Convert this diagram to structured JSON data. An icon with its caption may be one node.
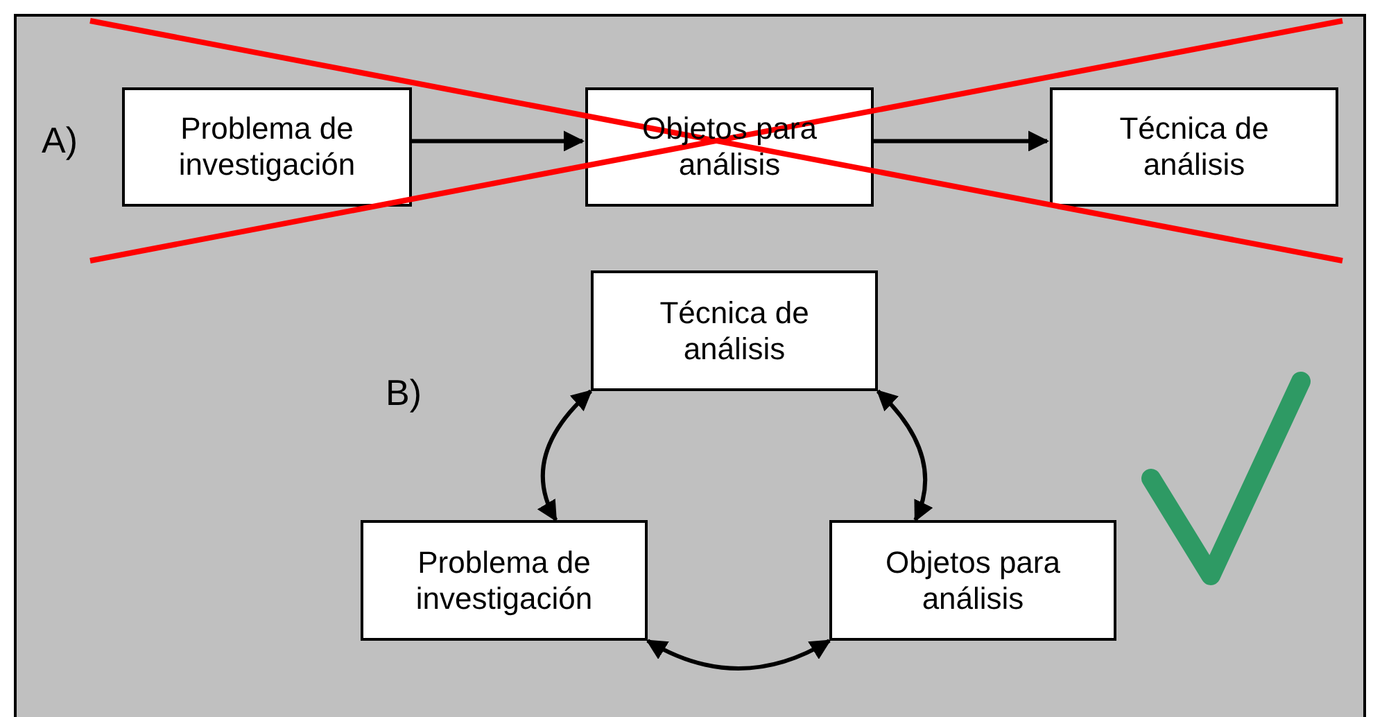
{
  "diagram": {
    "nodes": [
      {
        "text": [
          "Problema de investigación"
        ]
      },
      {
        "text": [
          "Objetos para análisis"
        ]
      },
      {
        "text": [
          "Técnica de análisis"
        ]
      },
      {
        "text": [
          "Técnica de análisis"
        ]
      },
      {
        "text": [
          "Problema de investigación"
        ]
      },
      {
        "text": [
          "Objetos para análisis"
        ]
      }
    ],
    "edges": [
      {
        "from": 0,
        "to": 1,
        "arrow": "to"
      },
      {
        "from": 1,
        "to": 2,
        "arrow": "to"
      },
      {
        "from": 3,
        "to": 4,
        "arrow": "both"
      },
      {
        "from": 3,
        "to": 5,
        "arrow": "both"
      },
      {
        "from": 4,
        "to": 5,
        "arrow": "both"
      }
    ],
    "labels": [
      "A)",
      "B)"
    ]
  }
}
